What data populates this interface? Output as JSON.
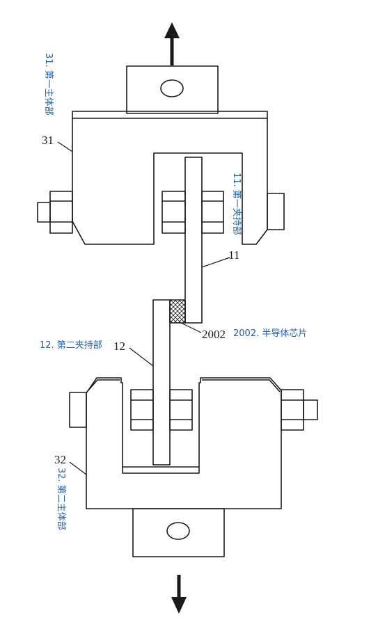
{
  "diagram": {
    "reference_numerals": {
      "first_body": "31",
      "first_clamp": "11",
      "chip": "2002",
      "second_clamp": "12",
      "second_body": "32"
    },
    "annotations": {
      "first_body": "31. 第一主体部",
      "first_clamp": "11. 第一夹持部",
      "chip": "2002. 半导体芯片",
      "second_clamp": "12. 第二夹持部",
      "second_body": "32. 第二主体部"
    },
    "arrows": {
      "top": "up",
      "bottom": "down"
    },
    "colors": {
      "line": "#1a1a1a",
      "annotation": "#1f5fb4",
      "background": "#ffffff"
    }
  }
}
